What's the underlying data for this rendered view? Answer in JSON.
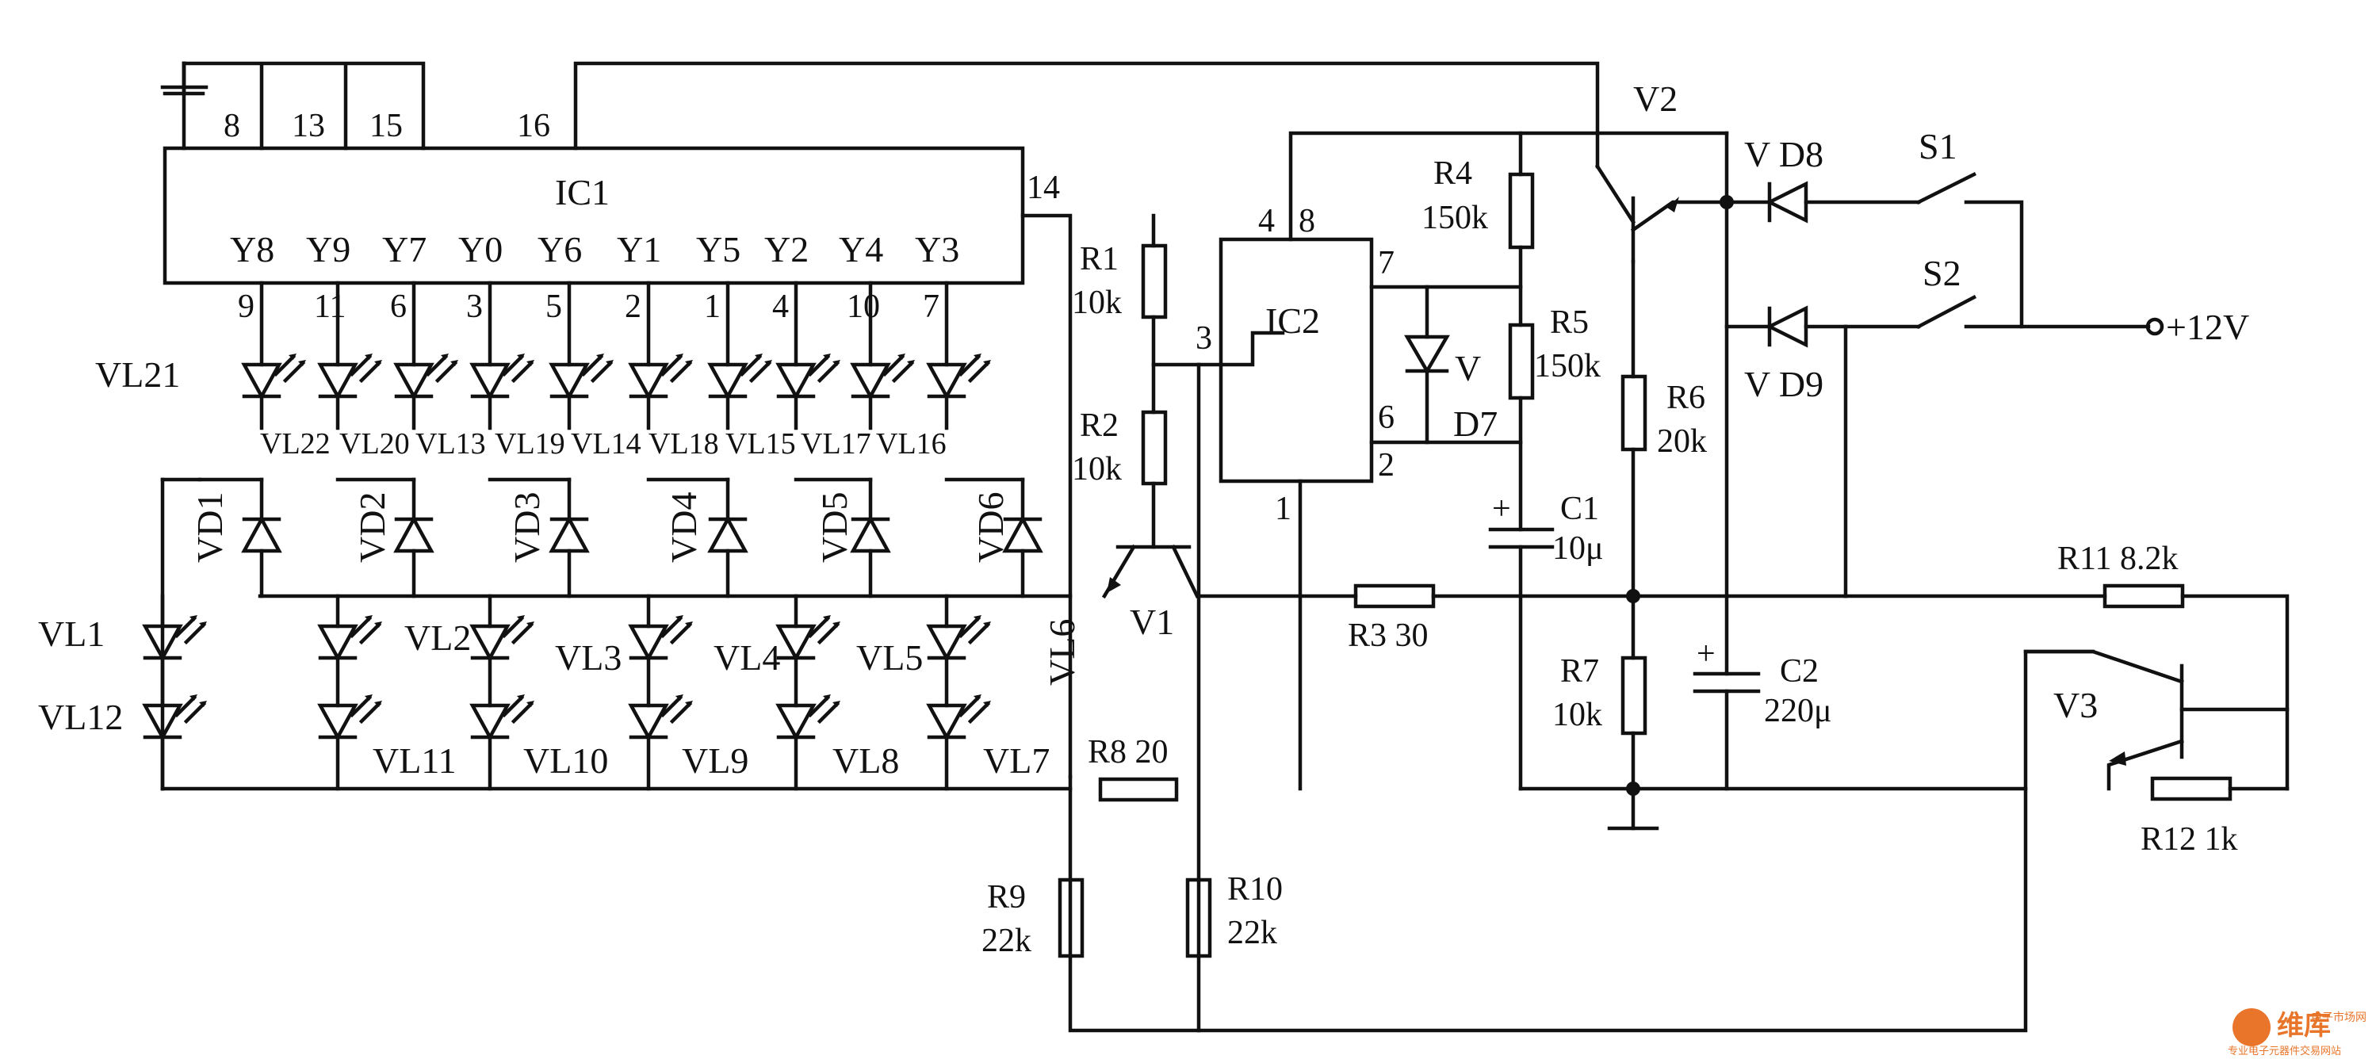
{
  "ic1": {
    "name": "IC1",
    "top_pins": [
      "8",
      "13",
      "15",
      "16"
    ],
    "side_pin": "14",
    "outputs": [
      "Y8",
      "Y9",
      "Y7",
      "Y0",
      "Y6",
      "Y1",
      "Y5",
      "Y2",
      "Y4",
      "Y3"
    ],
    "output_pins": [
      "9",
      "11",
      "6",
      "3",
      "5",
      "2",
      "1",
      "4",
      "10",
      "7"
    ]
  },
  "led_upper": [
    "VL21",
    "VL22",
    "VL20",
    "VL13",
    "VL19",
    "VL14",
    "VL18",
    "VL15",
    "VL17",
    "VL16"
  ],
  "led_lower_top": [
    "VL1",
    "VL2",
    "VL3",
    "VL4",
    "VL5",
    "VL6"
  ],
  "led_lower_bottom": [
    "VL12",
    "VL11",
    "VL10",
    "VL9",
    "VL8",
    "VL7"
  ],
  "diodes_vd": [
    "VD1",
    "VD2",
    "VD3",
    "VD4",
    "VD5",
    "VD6"
  ],
  "ic2": {
    "name": "IC2",
    "pin4": "4",
    "pin8": "8",
    "pin7": "7",
    "pin3": "3",
    "pin6": "6",
    "pin2": "2",
    "pin1": "1"
  },
  "resistors": {
    "r1": {
      "name": "R1",
      "value": "10k"
    },
    "r2": {
      "name": "R2",
      "value": "10k"
    },
    "r3": {
      "label": "R3 30"
    },
    "r4": {
      "name": "R4",
      "value": "150k"
    },
    "r5": {
      "name": "R5",
      "value": "150k"
    },
    "r6": {
      "name": "R6",
      "value": "20k"
    },
    "r7": {
      "name": "R7",
      "value": "10k"
    },
    "r8": {
      "label": "R8 20"
    },
    "r9": {
      "name": "R9",
      "value": "22k"
    },
    "r10": {
      "name": "R10",
      "value": "22k"
    },
    "r11": {
      "label": "R11 8.2k"
    },
    "r12": {
      "label": "R12 1k"
    }
  },
  "capacitors": {
    "c1": {
      "name": "C1",
      "value": "10μ",
      "plus": "+"
    },
    "c2": {
      "name": "C2",
      "value": "220μ",
      "plus": "+"
    }
  },
  "transistors": {
    "v1": "V1",
    "v2": "V2",
    "v3": "V3"
  },
  "d7": {
    "v": "V",
    "d": "D7"
  },
  "vd8": "V D8",
  "vd9": "V D9",
  "switches": {
    "s1": "S1",
    "s2": "S2"
  },
  "supply": "+12V",
  "watermark": {
    "main": "维库",
    "side": "电子市场网",
    "sub": "专业电子元器件交易网站"
  }
}
